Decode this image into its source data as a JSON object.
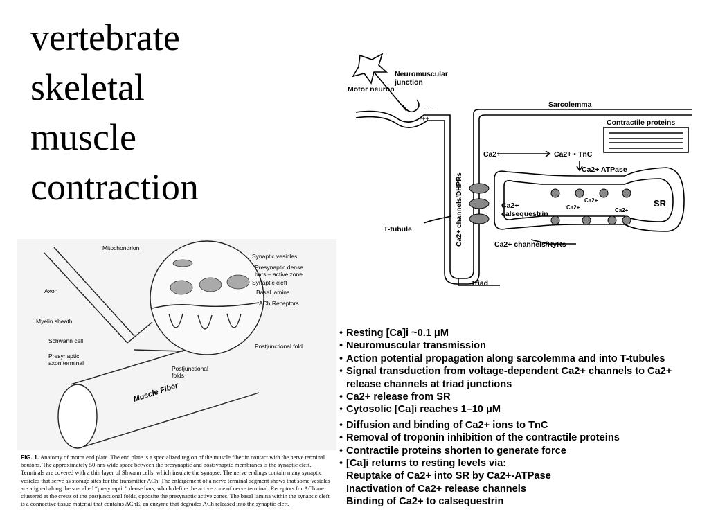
{
  "title_lines": [
    "vertebrate",
    "skeletal",
    "muscle",
    "contraction"
  ],
  "right_figure": {
    "motor_neuron": "Motor\nneuron",
    "nmj": "Neuromuscular\njunction",
    "sarcolemma": "Sarcolemma",
    "contractile_proteins": "Contractile proteins",
    "ca_left": "Ca2+",
    "ca_tnc": "Ca2+ • TnC",
    "ca_atpase": "Ca2+ ATPase",
    "ca_calsequestrin": "Ca2+\ncalsequestrin",
    "ca_small_1": "Ca2+",
    "ca_small_2": "Ca2+",
    "ca_small_3": "Ca2+",
    "sr": "SR",
    "t_tubule": "T-tubule",
    "ca_channels_dhprs": "Ca2+ channels/DHPRs",
    "ca_channels_ryrs": "Ca2+ channels/RyRs",
    "triad": "Triad",
    "plus_signs": "+++",
    "minus_signs": "- - -"
  },
  "left_figure": {
    "mitochondrion": "Mitochondrion",
    "synaptic_vesicles": "Synaptic vesicles",
    "presynaptic_dense_bars": "Presynaptic dense\nbars – active zone",
    "synaptic_cleft": "Synaptic cleft",
    "basal_lamina": "Basal lamina",
    "ach_receptors": "ACh Receptors",
    "axon": "Axon",
    "myelin_sheath": "Myelin sheath",
    "schwann_cell": "Schwann cell",
    "presynaptic_axon_terminal": "Presynaptic\naxon terminal",
    "postjunctional_folds": "Postjunctional\nfolds",
    "postjunctional_fold": "Postjunctional fold",
    "muscle_fiber": "Muscle Fiber"
  },
  "caption": {
    "label": "FIG. 1.",
    "text": "Anatomy of motor end plate. The end plate is a specialized region of the muscle fiber in contact with the nerve terminal boutons. The approximately 50-nm-wide space between the presynaptic and postsynaptic membranes is the synaptic cleft. Terminals are covered with a thin layer of Shwann cells, which insulate the synapse. The nerve endings contain many synaptic vesicles that serve as storage sites for the transmitter ACh. The enlargement of a nerve terminal segment shows that some vesicles are aligned along the so-called “presynaptic” dense bars, which define the active zone of nerve terminal. Receptors for ACh are clustered at the crests of the postjunctional folds, opposite the presynaptic active zones. The basal lamina within the synaptic cleft is a connective tissue material that contains AChE, an enzyme that degrades ACh released into the synaptic cleft."
  },
  "bullets": [
    "Resting [Ca]i ~0.1 μM",
    "Neuromuscular transmission",
    "Action potential propagation along sarcolemma and into T-tubules",
    "Signal transduction from voltage-dependent Ca2+ channels to Ca2+ release channels at triad junctions",
    "Ca2+ release from SR",
    "Cytosolic [Ca]i reaches 1–10 μM",
    "Diffusion and binding of Ca2+ ions to TnC",
    "Removal of troponin inhibition of the contractile proteins",
    "Contractile proteins shorten to generate force",
    "[Ca]i returns to resting levels via:"
  ],
  "sub_bullets": [
    "Reuptake of Ca2+ into SR by Ca2+-ATPase",
    "Inactivation of Ca2+ release channels",
    "Binding of Ca2+ to calsequestrin"
  ],
  "bullet_marker": "♦"
}
